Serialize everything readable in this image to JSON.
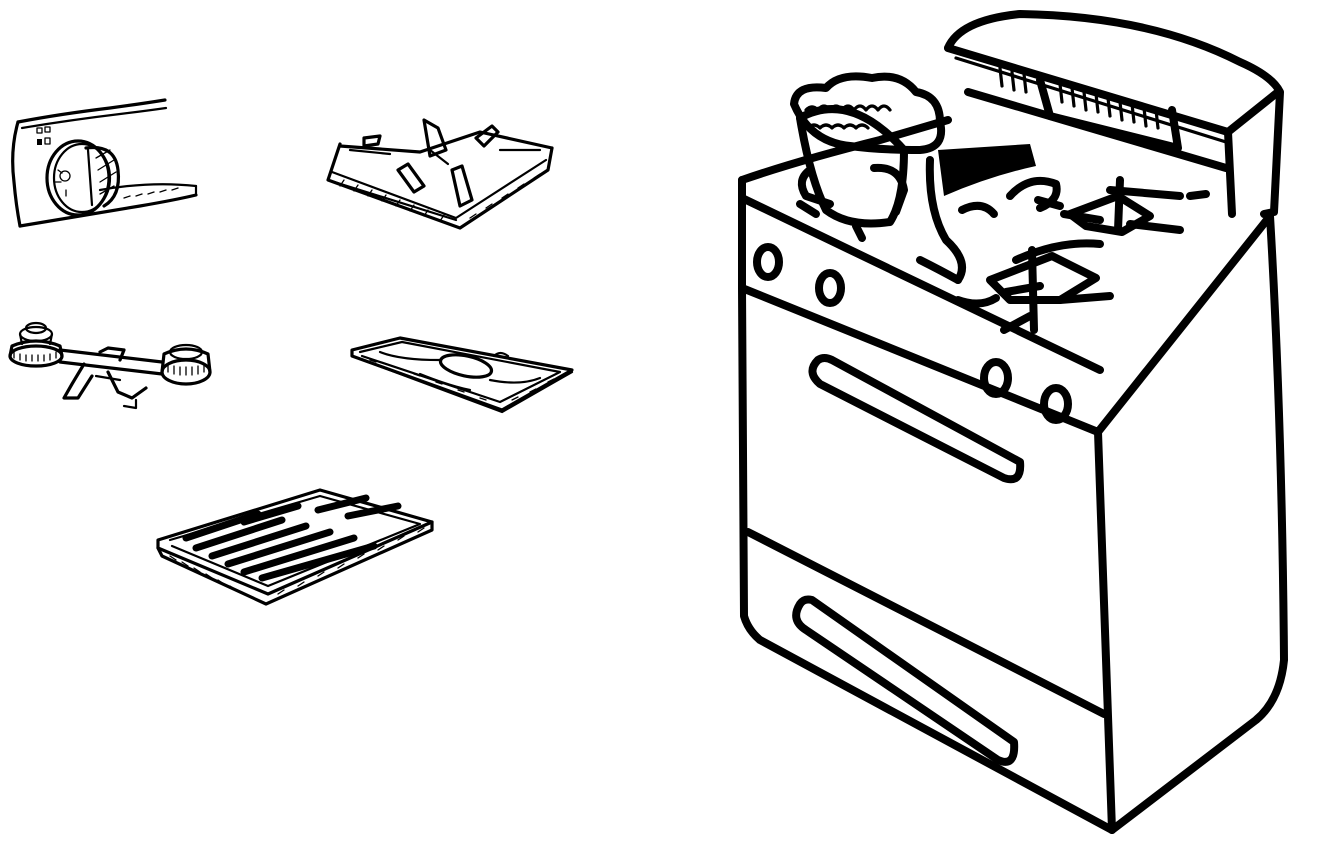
{
  "page": {
    "background": "#ffffff"
  },
  "illustration": {
    "ink_color": "#000000",
    "paper_color": "#ffffff",
    "parts": [
      {
        "name": "control-knob-panel",
        "icon": "knob-icon"
      },
      {
        "name": "burner-grate",
        "icon": "grate-icon"
      },
      {
        "name": "burner-assembly",
        "icon": "burner-icon"
      },
      {
        "name": "drip-pan",
        "icon": "drip-pan-icon"
      },
      {
        "name": "broiler-pan",
        "icon": "broiler-pan-icon"
      }
    ],
    "main": {
      "name": "dirty-stove",
      "icon": "stove-icon"
    }
  }
}
